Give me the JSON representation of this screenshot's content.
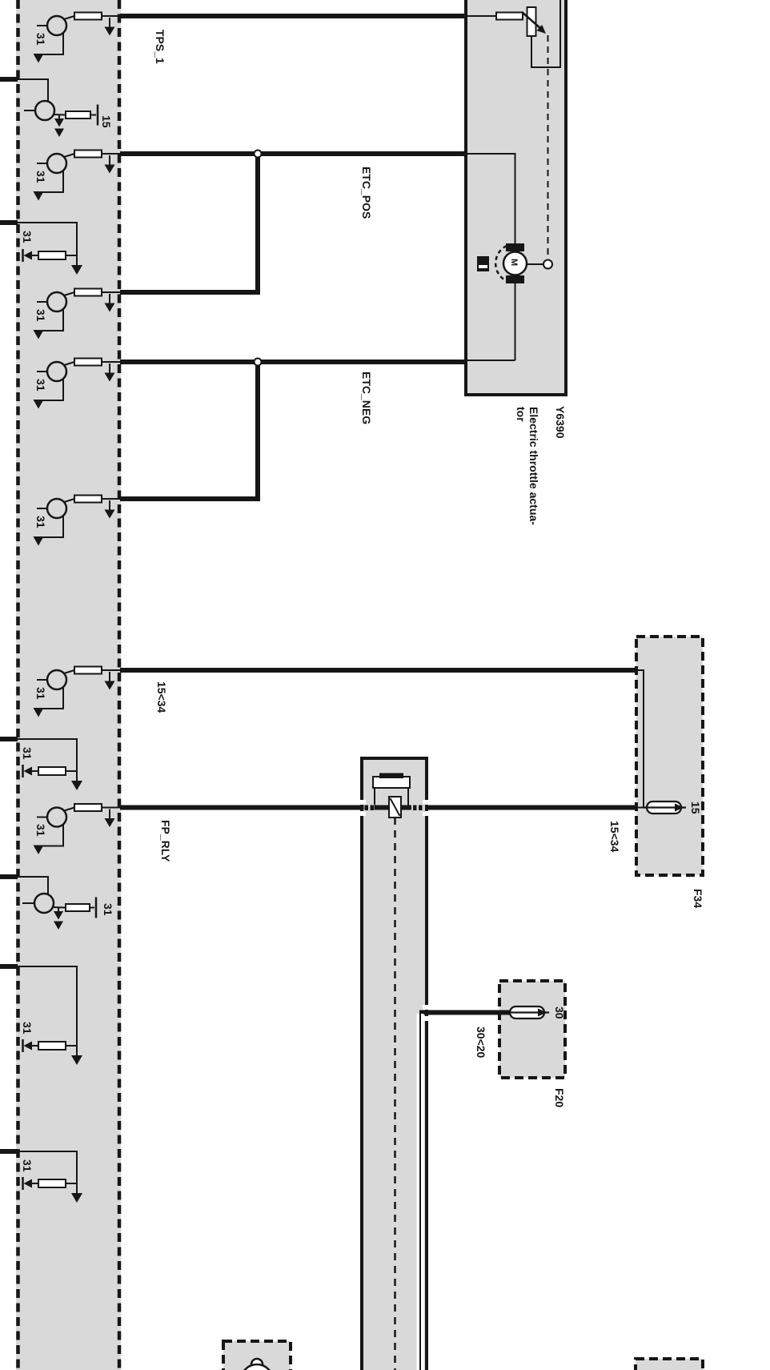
{
  "signals": {
    "tps1": "TPS_1",
    "etc_pos": "ETC_POS",
    "etc_neg": "ETC_NEG",
    "k15_34": "15<34",
    "fp_rly": "FP_RLY"
  },
  "terminals": {
    "gnd": "31",
    "k15": "15",
    "k30": "30"
  },
  "fuses": {
    "f34": {
      "id": "F34",
      "terminal": "15",
      "wire": "15<34"
    },
    "f20": {
      "id": "F20",
      "terminal": "30",
      "wire": "30<20"
    }
  },
  "actuator": {
    "id": "Y6390",
    "desc_line1": "Electric throttle actua-",
    "desc_line2": "tor",
    "motor": "M"
  },
  "colors": {
    "block_fill": "#d9d9d9",
    "line": "#161616"
  }
}
